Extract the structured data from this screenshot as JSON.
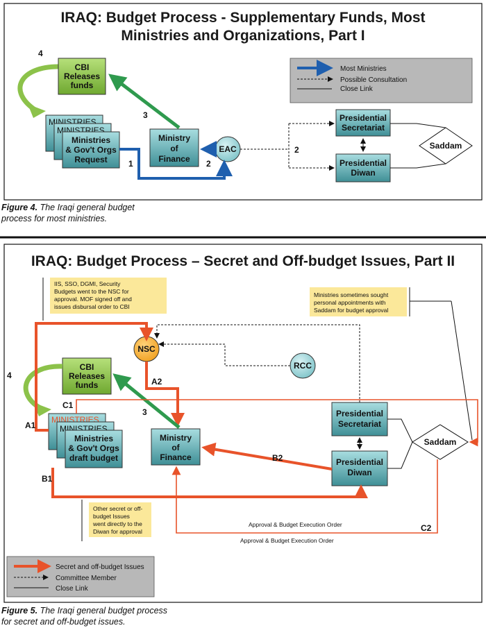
{
  "fig4": {
    "title_line1": "IRAQ: Budget Process - Supplementary Funds, Most",
    "title_line2": "Ministries and Organizations, Part I",
    "cbi": [
      "CBI",
      "Releases",
      "funds"
    ],
    "ministries_back": "MINISTRIES",
    "ministries_mid": "MINISTRIES",
    "ministries_front": [
      "Ministries",
      "& Gov't Orgs",
      "Request"
    ],
    "mof": [
      "Ministry",
      "of",
      "Finance"
    ],
    "eac": "EAC",
    "pres_sec": [
      "Presidential",
      "Secretariat"
    ],
    "pres_diwan": [
      "Presidential",
      "Diwan"
    ],
    "saddam": "Saddam",
    "numbers": [
      "1",
      "2",
      "2",
      "3",
      "4"
    ],
    "legend": [
      "Most Ministries",
      "Possible Consultation",
      "Close Link"
    ],
    "caption_label": "Figure 4.",
    "caption_text": "The Iraqi general budget",
    "caption_text2": "process for most ministries."
  },
  "fig5": {
    "title": "IRAQ: Budget Process – Secret and Off-budget Issues, Part II",
    "note_left": [
      "IIS, SSO, DGMI, Security",
      "Budgets went to the NSC for",
      "approval.  MOF signed off and",
      "issues disbursal order to CBI"
    ],
    "note_right": [
      "Ministries sometimes sought",
      "personal appointments with",
      "Saddam for budget  approval"
    ],
    "note_bottom": [
      "Other secret or off-",
      "budget Issues",
      "went directly to the",
      "Diwan for approval"
    ],
    "nsc": "NSC",
    "rcc": "RCC",
    "cbi": [
      "CBI",
      "Releases",
      "funds"
    ],
    "ministries_back": "MINISTRIES",
    "ministries_mid": "MINISTRIES",
    "ministries_front": [
      "Ministries",
      "& Gov't Orgs",
      "draft budget"
    ],
    "mof": [
      "Ministry",
      "of",
      "Finance"
    ],
    "pres_sec": [
      "Presidential",
      "Secretariat"
    ],
    "pres_diwan": [
      "Presidential",
      "Diwan"
    ],
    "saddam": "Saddam",
    "labels": {
      "a1": "A1",
      "a2": "A2",
      "b1": "B1",
      "b2": "B2",
      "c1": "C1",
      "c2": "C2",
      "n3": "3",
      "n4": "4"
    },
    "approval_1": "Approval & Budget Execution Order",
    "approval_2": "Approval & Budget Execution Order",
    "legend": [
      "Secret and off-budget Issues",
      "Committee Member",
      "Close Link"
    ],
    "caption_label": "Figure 5.",
    "caption_text": "The Iraqi general budget process",
    "caption_text2": "for secret and off-budget issues."
  },
  "colors": {
    "box_teal": "#6fb8bd",
    "cbi_green": "#8cc24a",
    "blue_arrow": "#1f5fae",
    "green_arrow": "#2f9a4e",
    "orange_arrow": "#e8532a",
    "nsc_orange": "#f5a623",
    "note_yellow": "#fbe89a",
    "legend_gray": "#b8b8b8"
  }
}
